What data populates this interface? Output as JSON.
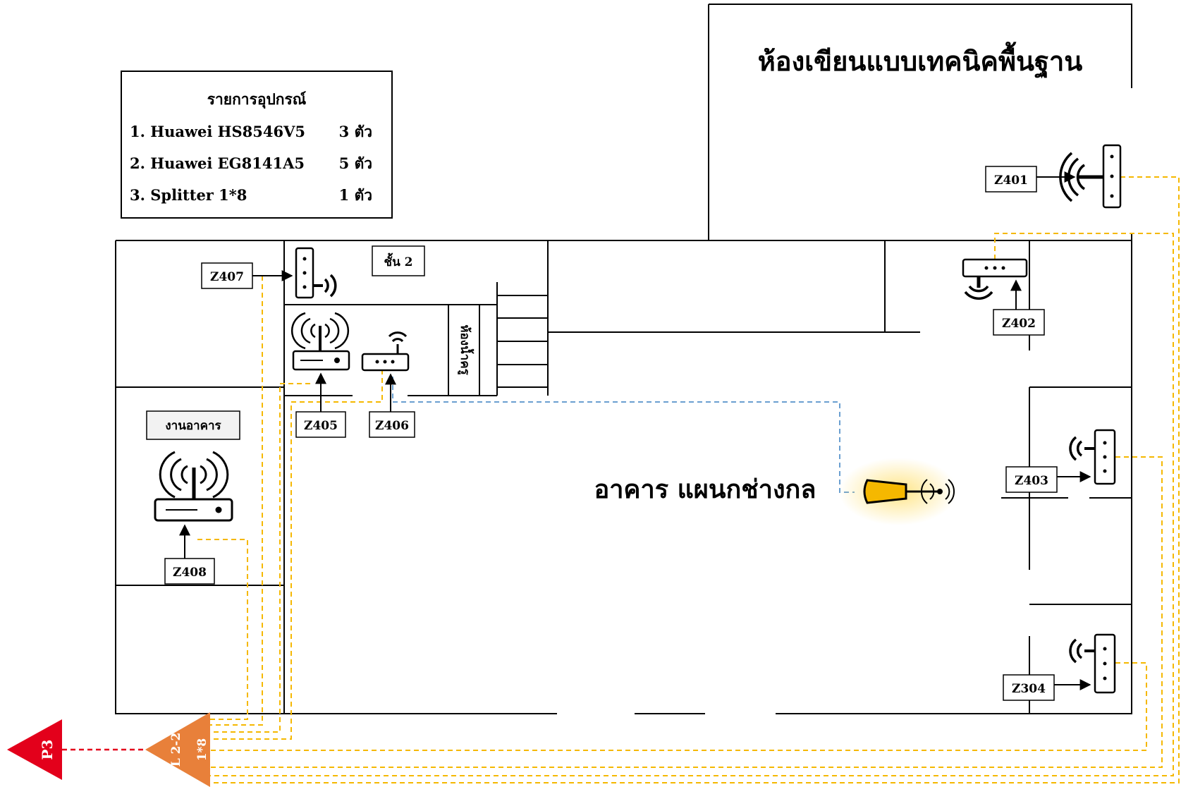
{
  "legend": {
    "title": "รายการอุปกรณ์",
    "items": [
      {
        "name": "1. Huawei HS8546V5",
        "qty": "3 ตัว"
      },
      {
        "name": "2. Huawei EG8141A5",
        "qty": "5 ตัว"
      },
      {
        "name": "3. Splitter 1*8",
        "qty": "1 ตัว"
      }
    ]
  },
  "room_title": "ห้องเขียนแบบเทคนิคพื้นฐาน",
  "building_title": "อาคาร แผนกช่างกล",
  "rooms": {
    "floor2": "ชั้น 2",
    "toilet": "ห้องน้ำครู",
    "building_office": "งานอาคาร"
  },
  "devices": {
    "z401": "Z401",
    "z402": "Z402",
    "z403": "Z403",
    "z304": "Z304",
    "z405": "Z405",
    "z406": "Z406",
    "z407": "Z407",
    "z408": "Z408"
  },
  "splitter": {
    "line1": "L 2-2",
    "line2": "1*8"
  },
  "pole": {
    "label": "P3"
  },
  "colors": {
    "walls": "#000000",
    "fiber_drop": "#f5b800",
    "feeder": "#e3001b",
    "backbone": "#6a9fd0",
    "splitter_fill": "#e8803a",
    "pole_fill": "#e3001b",
    "antenna_fill": "#f5b800",
    "label_bg": "#f2f2f2"
  }
}
